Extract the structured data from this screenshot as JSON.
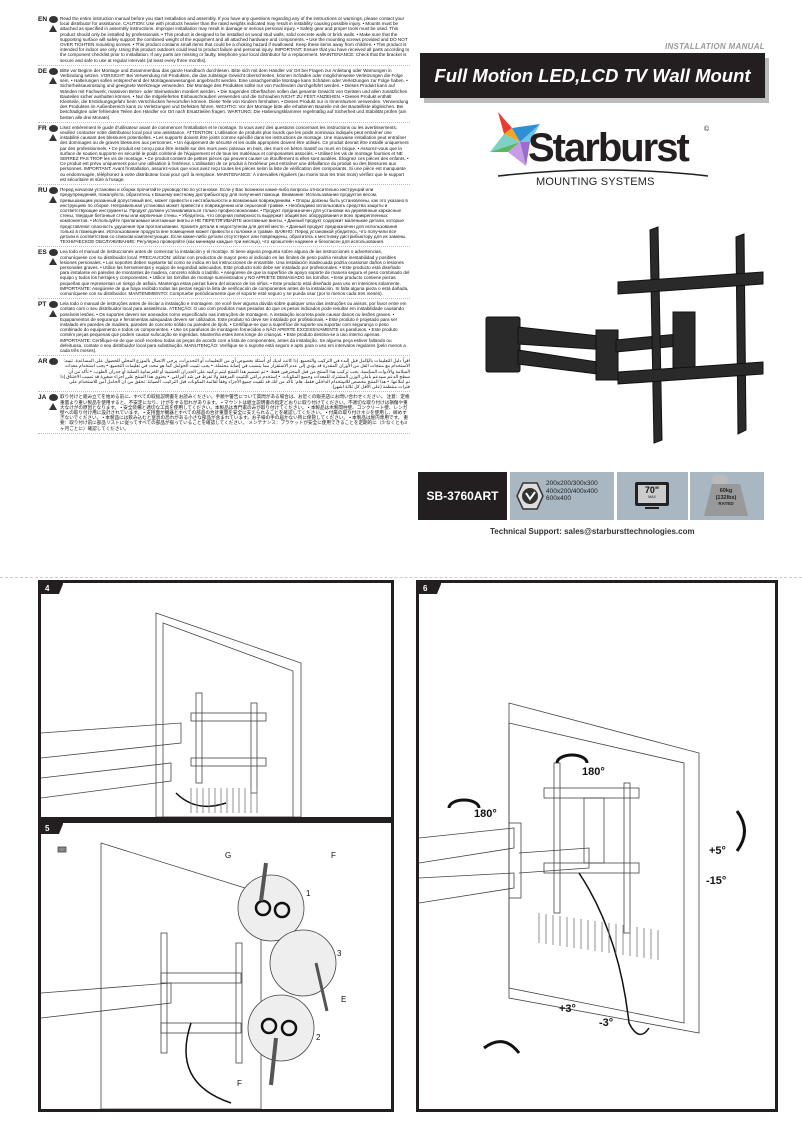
{
  "header": {
    "doc_type": "INSTALLATION MANUAL",
    "title": "Full Motion LED,LCD TV Wall Mount",
    "brand": "Starburst",
    "brand_mark": "©",
    "brand_sub": "MOUNTING SYSTEMS"
  },
  "specs": {
    "model": "SB-3760ART",
    "vesa": [
      "200x200/300x300",
      "400x200/400x400",
      "600x400"
    ],
    "screen_size": "70\"",
    "screen_size_note": "MAX",
    "weight": [
      "60kg",
      "(132lbs)",
      "RATED"
    ],
    "support": "Technical Support: sales@starbursttechnologies.com"
  },
  "instructions": [
    {
      "code": "EN",
      "intro": "Read the entire instruction manual before you start installation and assembly. If you have any questions regarding any of the instructions or warnings, please contact your local distributor for assistance.",
      "caution": "CAUTION: Use with products heavier than the rated weights indicated may result in instability causing possible injury.",
      "items": [
        "Mounts must be attached as specified in assembly instructions. Improper installation may result in damage or serious personal injury.",
        "Safety gear and proper tools must be used. This product should only be installed by professionals.",
        "This product is designed to be installed on wood stud walls, solid concrete walls or brick walls.",
        "Make sure that the supporting surface will safely support the combined weight of the equipment and all attached hardware and components.",
        "Use the mounting screws provided and DO NOT OVER TIGHTEN mounting screws.",
        "This product contains small items that could be a choking hazard if swallowed. Keep these items away from children.",
        "This product is intended for indoor use only. Using this product outdoors could lead to product failure and personal injury."
      ],
      "important": "IMPORTANT: Ensure that you have received all parts according to the component checklist prior to installation. If any parts are missing or faulty, telephone your local distributor for a replacement.",
      "maintenance": "MAINTENANCE: Check that the bracket is secure and safe to use at regular intervals (at least every three months)."
    },
    {
      "code": "DE",
      "intro": "Bitte vor Beginn der Montage und Zusammenbau das ganze Handbuch durchlesen. Bitte sich mit dem Händler vor Ort bei Fragen zur Anleitung oder Warnungen in Verbindung setzen.",
      "caution": "VORSICHT: Bei Verwendung mit Produkten, die das zulässige Gewicht überschreiten, können Schäden oder möglicherweise Verletzungen die Folge sein.",
      "items": [
        "Halterungen sollen entsprechend der Montageanweisungen angebracht werden. Eine unsachgemäße Montage kann Schäden oder Verletzungen zur Folge haben.",
        "Sicherheitsausrüstung und geeignete Werkzeuge verwenden. Die Montage des Produktes sollte nur von Fachleuten durchgeführt werden.",
        "Dieses Produkt kann auf Wänden mit Fachwerk, massiven Beton- oder Steinwänden montiert werden.",
        "Die tragenden Oberflächen sollen das gesamte Gewicht von Geräten und allen zusätzlichen Bauteilen sicher aushalten können.",
        "Nur die mitgelieferten Einbauschrauben verwenden und die Schrauben NICHT ZU FEST ANZIEHEN.",
        "Dieses Produkt enthält Kleinteile, die Erstickungsgefahr beim Verschlucken hervorrufen können. Diese Teile von Kindern fernhalten.",
        "Dieses Produkt nur in Innenräumen verwenden. Verwendung des Produktes im Außenbereich kann zu Verletzungen und Defekten führen."
      ],
      "important": "WICHTIG: Vor der Montage bitte alle erhaltenen Bauteile mit der Bauteilliste abgleichen. Bei beschädigten oder fehlenden Teilen den Händler vor Ort nach Ersatzteilen fragen.",
      "maintenance": "WARTUNG: Die Halterungsklammer regelmäßig auf Sicherheit und Stabilität prüfen (am besten alle drei Monate)."
    },
    {
      "code": "FR",
      "intro": "Lisez entièrement le guide d'utilisateur avant de commencer l'installation et le montage. Si vous avez des questions concernant les instructions ou les avertissements, veuillez contacter votre distributeur local pour une assistance.",
      "caution": "ATTENTION: L'utilisation de produits plus lourds que les poids nominaux indiqués peut entraîner une instabilité causant des blessures potentielles.",
      "items": [
        "Les supports doivent être joints comme spécifié dans les instructions de montage. Une mauvaise installation peut entraîner des dommages ou de graves blessures aux personnes.",
        "Un équipement de sécurité et les outils appropriés doivent être utilisés. Ce produit devrait être installé uniquement par des professionnels.",
        "Ce produit est conçu pour être installé sur des murs avec poteaux en bois, des murs en béton massif ou murs en brique.",
        "Assurez-vous que la surface de soutien supporte en sécurité le poids combiné de l'équipement et de tous les matériaux et composantes associés.",
        "Utilisez les vis de montage fournies et NE SERREZ PAS TROP les vis de montage.",
        "Ce produit contient de petites pièces qui peuvent causer un étouffement si elles sont avalées. Éloignez ces pièces des enfants.",
        "Ce produit est prévu uniquement pour une utilisation à l'intérieur. L'utilisation de ce produit à l'extérieur peut entraîner une défaillance du produit ou des blessures aux personnes."
      ],
      "important": "IMPORTANT: Avant l'installation, assurez-vous que vous avez reçu toutes les pièces selon la liste de vérification des composants. Si une pièce est manquante ou endommagée, téléphonez à votre distributeur local pour qu'il la remplace.",
      "maintenance": "MAINTENANCE: À intervalles réguliers (au moins tous les trois mois) vérifiez que le support est sécuritaire et sûre à l'usage."
    },
    {
      "code": "RU",
      "intro": "Перед началом установки и сборки прочитайте руководство по установке. Если у Вас возникли какие-либо вопросы относительно инструкций или предупреждений, пожалуйста, обратитесь к Вашему местному дистрибьютору для получения помощи.",
      "caution": "Внимание: Использование продуктов весом, превышающим указанный допустимый вес, может привести к нестабильности и возможным повреждениям.",
      "items": [
        "Опоры должны быть установлены, как это указано в инструкциях по сборке. Неправильная установка может привести к повреждению или серьезной травме.",
        "Необходимо использовать средства защиты и соответствующие инструменты. Продукт должен устанавливаться только профессионалами.",
        "Продукт предназначен для установки на деревянные каркасные стены, твердые бетонные стены или кирпичные стены.",
        "Убедитесь, что опорная поверхность выдержит общий вес оборудования и всех прикрепленных компонентов.",
        "Используйте прилагаемые монтажные винты и НЕ ПЕРЕТЯГИВАЙТЕ монтажные винты.",
        "Данный продукт содержит маленькие детали, которые представляют опасность удушения при проглатывании. Храните детали в недоступном для детей месте.",
        "Данный продукт предназначен для использования только в помещении. Использование продукта вне помещения может привести к поломке и травме."
      ],
      "important": "ВАЖНО: Перед установкой убедитесь, что получили все детали в соответствии со списком комплектующих. Если какие-либо детали отсутствуют или повреждены, обратитесь к местному дистрибьютору для их замены.",
      "maintenance": "ТЕХНИЧЕСКОЕ ОБСЛУЖИВАНИЕ: Регулярно проверяйте (как минимум каждые три месяца), что кронштейн надежен и безопасен для использования."
    },
    {
      "code": "ES",
      "intro": "Lea todo el manual de instrucciones antes de comenzar la instalación y el montaje. Si tiene alguna pregunta sobre alguna de las instrucciones o advertencias, comuníquese con su distribuidor local.",
      "caution": "PRECAUCIÓN: utilizar con productos de mayor peso al indicado en las límites de peso podría resultar inestabilidad y posibles lesiones personales.",
      "items": [
        "Los soportes deben sujetarse tal como se indica en las instrucciones de ensamble. Una instalación inadecuada podría ocasionar daños o lesiones personales graves.",
        "Utilice las herramientas y equipo de seguridad adecuados. Este producto solo debe ser instalado por profesionales.",
        "Este producto está diseñado para instalarse en paredes de montantes de madera, concreto sólido o ladrillo.",
        "Asegúrese de que la superficie de apoyo soporte de manera segura el peso combinado del equipo y todos los herrajes y componentes.",
        "Utilice los tornillos de montaje suministrados y NO APRIETE DEMASIADO los tornillos.",
        "Este producto contiene piezas pequeñas que representan un riesgo de asfixia. Mantenga estas piezas fuera del alcance de los niños.",
        "Este producto está diseñado para uso en interiores solamente."
      ],
      "important": "IMPORTANTE: Asegúrese de que haya recibido todas las piezas según la lista de verificación de componentes antes de la instalación. Si falta alguna pieza o está dañada, comuníquese con su distribuidor.",
      "maintenance": "MANTENIMIENTO: Compruebe periódicamente que el soporte esté seguro y se pueda usar (por lo menos cada tres meses)."
    },
    {
      "code": "PT",
      "intro": "Leia todo o manual de instruções antes de iniciar a instalação e montagem. Se você tiver alguma dúvida sobre qualquer uma das instruções ou avisos, por favor entre em contato com o seu distribuidor local para assistência.",
      "caution": "ATENÇÃO: O uso com produtos mais pesados do que os pesos indicados pode resultar em instabilidade causando possíveis lesões.",
      "items": [
        "Os suportes devem ser anexados como especificado nas instruções de montagem. A instalação incorreta pode causar danos ou lesões graves.",
        "Equipamentos de segurança e ferramentas adequadas devem ser utilizados. Este produto só deve ser instalado por profissionais.",
        "Este produto é projetado para ser instalado em paredes de madeira, paredes de concreto sólido ou paredes de tijolo.",
        "Certifique-se que a superfície de suporte vai suportar com segurança o peso combinado do equipamento e todos os componentes.",
        "Use os parafusos de montagem fornecidos e NÃO APERTE EXCESSIVAMENTE os parafusos.",
        "Este produto contém peças pequenas que podem causar sufocação se ingeridas. Mantenha estes itens longe de crianças.",
        "Este produto destina-se a uso interno apenas."
      ],
      "important": "IMPORTANTE: Certifique-se de que você recebeu todas as peças de acordo com a lista de componentes, antes da instalação. Se alguma peça estiver faltando ou defeituosa, contate o seu distribuidor local para substituição.",
      "maintenance": "MANUTENÇÃO: Verifique se o suporte está seguro e apto para o uso em intervalos regulares (pelo menos a cada três meses)."
    },
    {
      "code": "AR",
      "intro": "اقرأ دليل التعليمات بالكامل قبل البدء في التركيب والتجميع. إذا كانت لديك أي أسئلة بخصوص أي من التعليمات أو التحذيرات، يرجى الاتصال بالموزع المحلي للحصول على المساعدة.",
      "caution": "تنبيه: الاستخدام مع منتجات أثقل من الأوزان المقدرة قد يؤدي إلى عدم الاستقرار مما يتسبب في إصابة محتملة.",
      "items": [
        "يجب تثبيت الحوامل كما هو محدد في تعليمات التجميع.",
        "يجب استخدام معدات السلامة والأدوات المناسبة. يجب تركيب هذا المنتج من قبل المحترفين فقط.",
        "تم تصميم هذا المنتج ليتم تركيبه على الجدران الخشبية أو الخرسانية الصلبة أو جدران الطوب.",
        "تأكد من أن سطح الدعم سيدعم بأمان الوزن المشترك للمعدات وجميع المكونات.",
        "استخدم براغي التثبيت المرفقة ولا تفرط في شد البراغي.",
        "يحتوي هذا المنتج على أجزاء صغيرة قد تسبب الاختناق إذا تم ابتلاعها.",
        "هذا المنتج مخصص للاستخدام الداخلي فقط."
      ],
      "important": "هام: تأكد من أنك قد تلقيت جميع الأجزاء وفقاً لقائمة المكونات قبل التركيب.",
      "maintenance": "الصيانة: تحقق من أن الحامل آمن للاستخدام على فترات منتظمة (على الأقل كل ثلاثة أشهر)."
    },
    {
      "code": "JA",
      "intro": "取り付けと組み立てを始める前に、すべての取扱説明書をお読みください。手順や警告について質問がある場合は、お近くの販売店にお問い合わせください。",
      "caution": "注意：定格重量より重い製品を使用すると、不安定になり、けがをする恐れがあります。",
      "items": [
        "マウントは組立説明書の指定どおりに取り付けてください。不適切な取り付けは損傷や重大なけがの原因となります。",
        "安全装備と適切な工具を使用してください。本製品は専門家のみが取り付けてください。",
        "本製品は木製間柱壁、コンクリート壁、レンガ壁への取り付け用に設計されています。",
        "支持面が機器とすべての部品の合計重量を安全に支えられることを確認してください。",
        "付属の取り付けネジを使用し、締めすぎないでください。",
        "本製品には飲み込むと窒息の恐れがある小さな部品が含まれています。お子様の手の届かない所に保管してください。",
        "本製品は屋内専用です。"
      ],
      "important": "重要：取り付け前に部品リストに従ってすべての部品が揃っていることを確認してください。",
      "maintenance": "メンテナンス：ブラケットが安全に使用できることを定期的に（少なくとも3ヶ月ごとに）確認してください。"
    }
  ],
  "steps": [
    {
      "number": "4"
    },
    {
      "number": "5",
      "callouts": [
        "G",
        "F",
        "1",
        "3",
        "E",
        "2",
        "F"
      ]
    },
    {
      "number": "6",
      "angles": [
        "180°",
        "180°",
        "+5°",
        "-15°",
        "+3°",
        "-3°"
      ]
    }
  ],
  "colors": {
    "dark": "#231f20",
    "spec_gray": "#a8b7c2",
    "label_gray": "#999999"
  }
}
